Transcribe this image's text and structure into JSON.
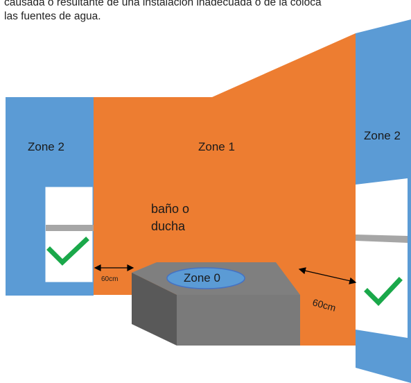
{
  "intro_text": {
    "line1": "causada o resultante de una instalación inadecuada o de la coloca",
    "line2": "las fuentes de agua."
  },
  "zones": {
    "left_zone_label": "Zone 2",
    "center_zone_label": "Zone 1",
    "right_zone_label": "Zone 2",
    "tub_zone_label": "Zone 0"
  },
  "fixture_label": {
    "line1": "baño o",
    "line2": "ducha"
  },
  "measurements": {
    "left_distance": "60cm",
    "right_distance": "60cm"
  },
  "colors": {
    "zone2_blue": "#5b9bd5",
    "zone1_orange": "#ed7d31",
    "zone0_blue": "#5b9bd5",
    "tub_gray": "#767171",
    "check_green": "#1aa84a",
    "window_bar": "#a6a6a6"
  },
  "icons": {
    "left_window_mark": "checkmark-icon",
    "right_window_mark": "checkmark-icon"
  }
}
